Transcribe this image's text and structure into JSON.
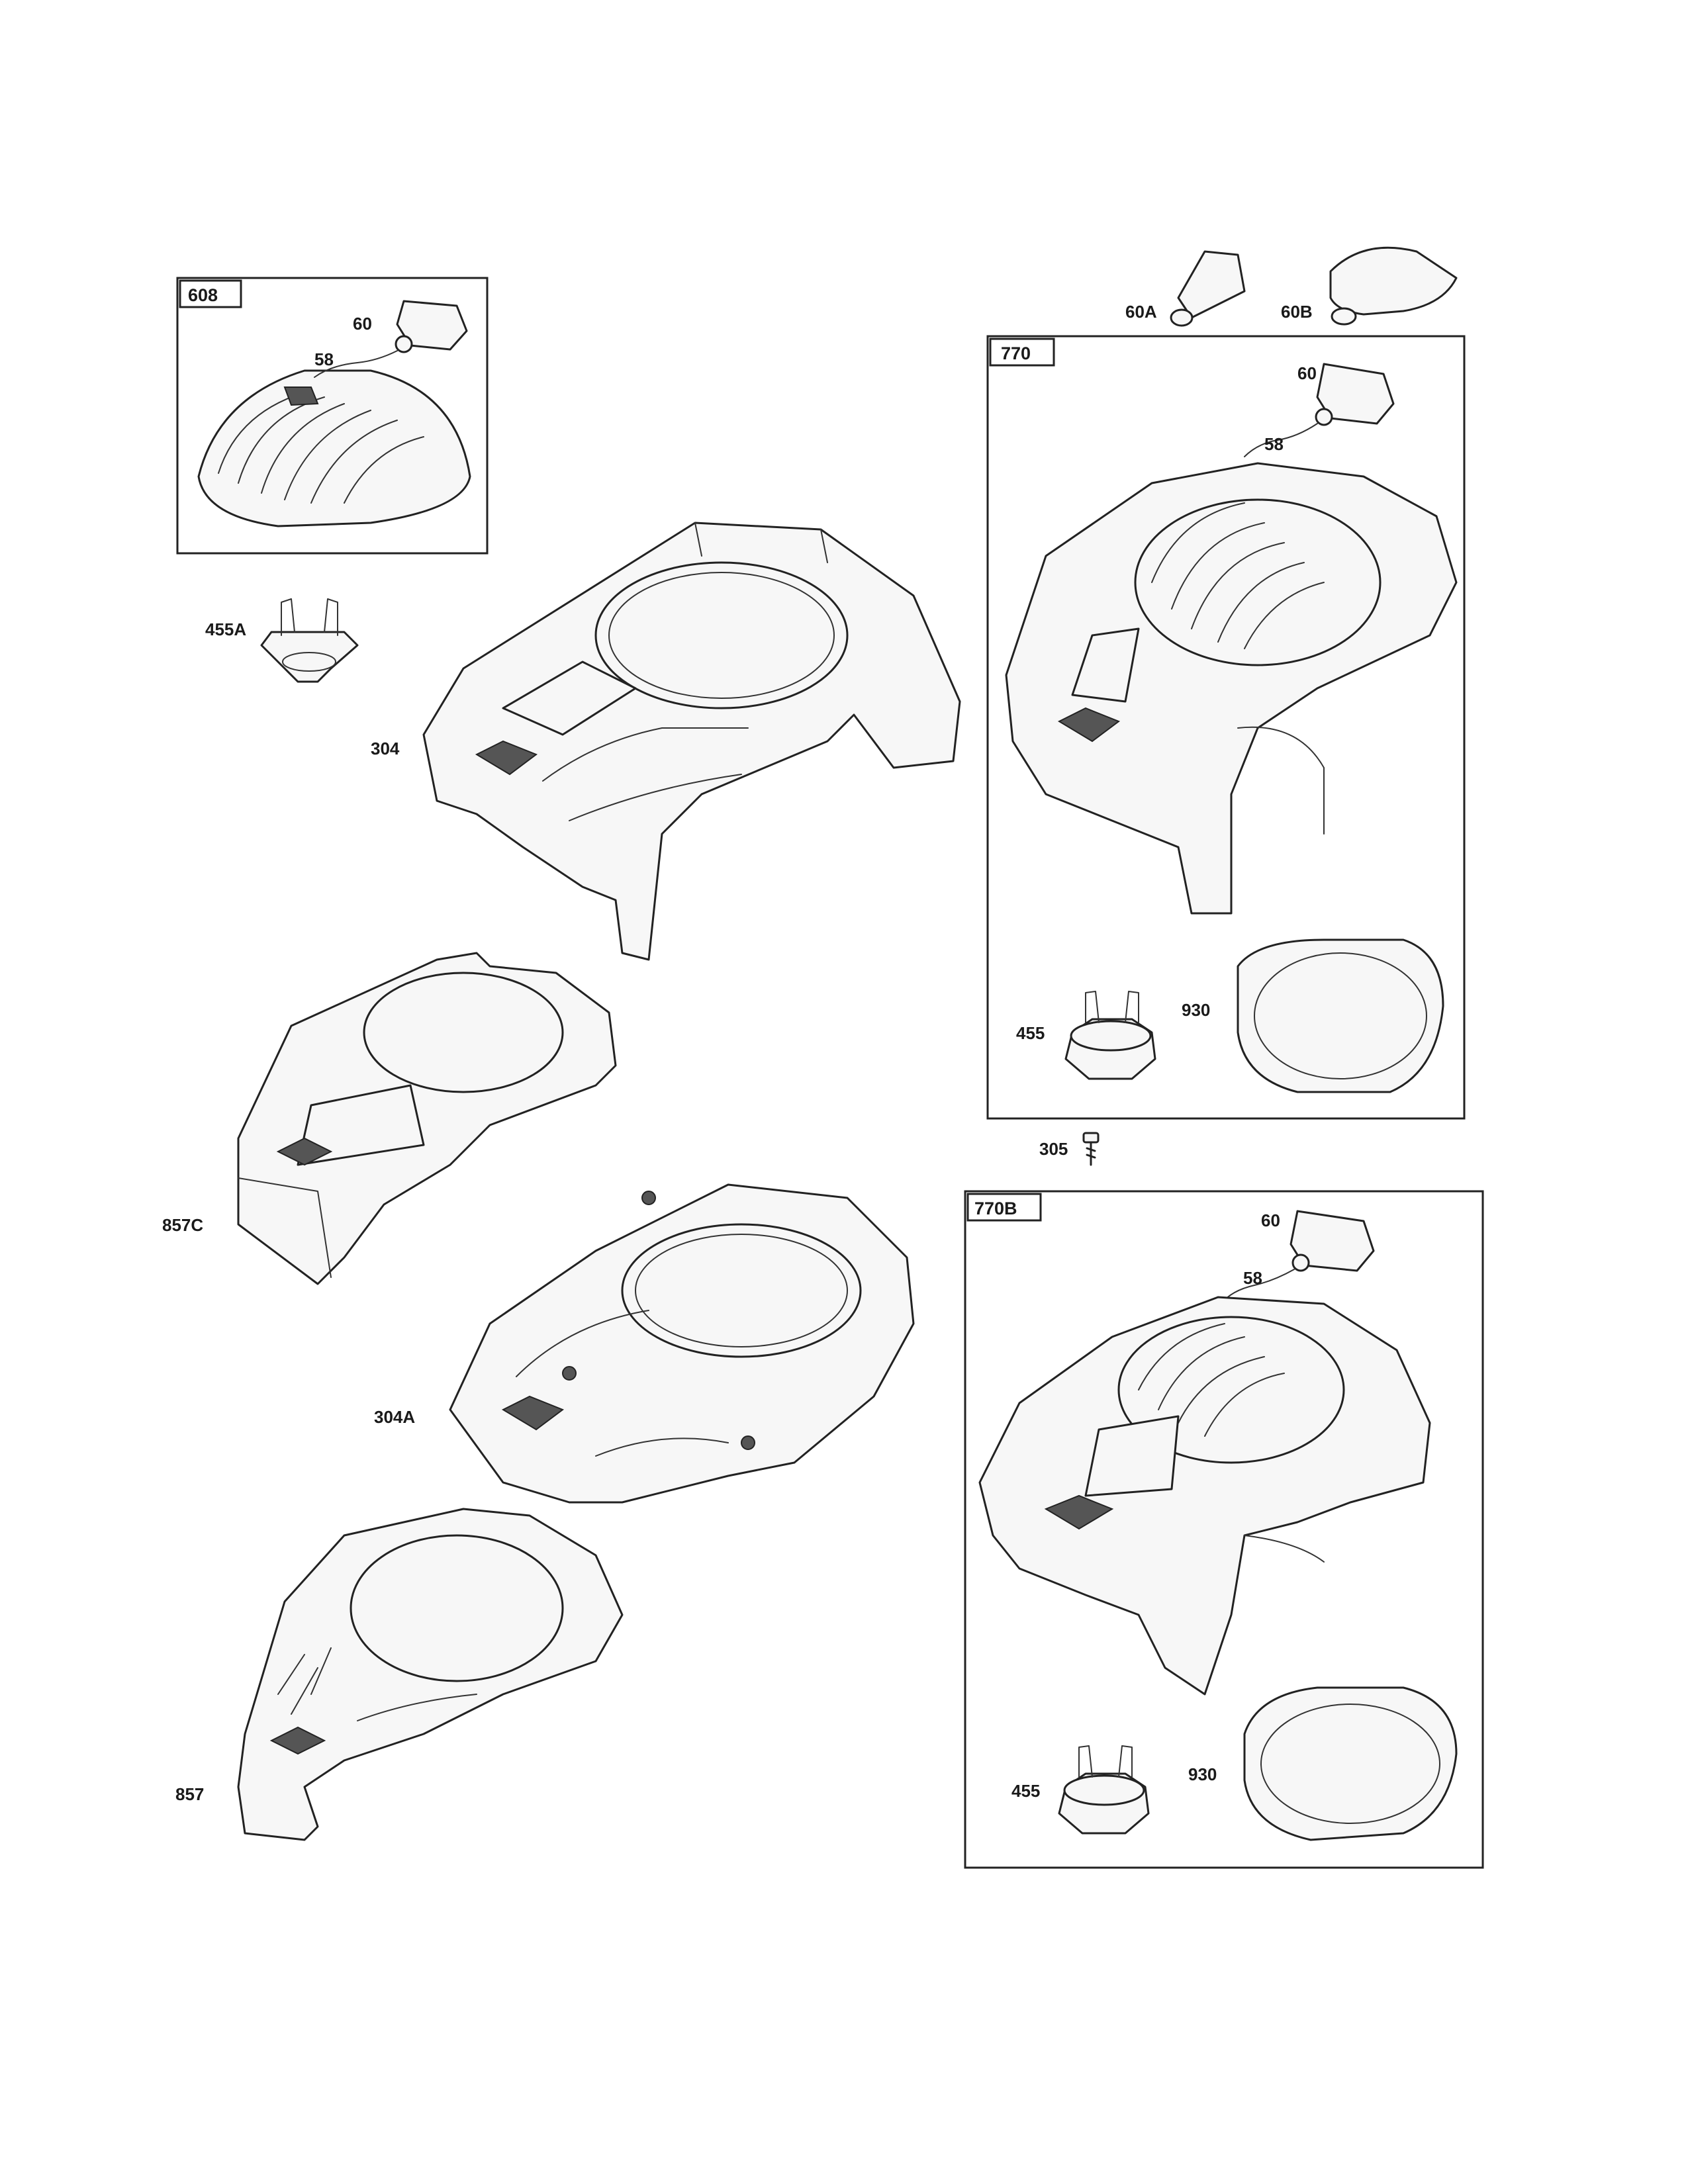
{
  "callouts": {
    "p60": "60",
    "p58": "58",
    "p60a": "60A",
    "p60b": "60B",
    "p455a": "455A",
    "p455": "455",
    "p930": "930",
    "p304": "304",
    "p304a": "304A",
    "p305": "305",
    "p857": "857",
    "p857c": "857C"
  },
  "boxes": {
    "b608": "608",
    "b770": "770",
    "b770b": "770B"
  }
}
